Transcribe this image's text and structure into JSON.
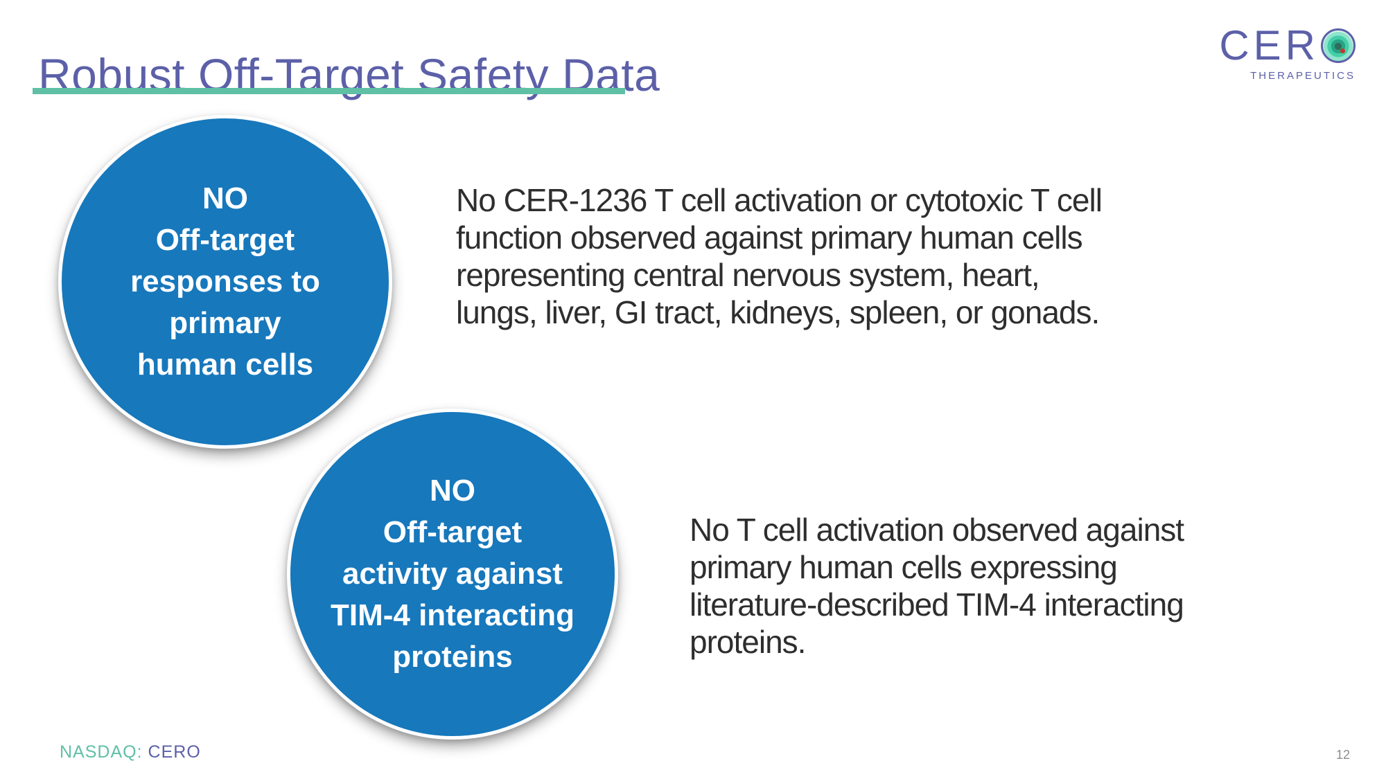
{
  "slide": {
    "title": "Robust Off-Target Safety Data",
    "logo": {
      "wordmark": "CER",
      "subtext": "THERAPEUTICS"
    },
    "items": [
      {
        "circle_text": "NO\nOff-target\nresponses to\nprimary\nhuman cells",
        "description": "No CER-1236 T cell activation or cytotoxic T cell\nfunction observed against primary human cells\nrepresenting central nervous system, heart,\nlungs, liver, GI tract, kidneys, spleen, or gonads."
      },
      {
        "circle_text": "NO\nOff-target\nactivity against\nTIM-4 interacting\nproteins",
        "description": "No T cell activation observed against\nprimary human cells expressing\nliterature-described TIM-4 interacting\nproteins."
      }
    ],
    "footer": {
      "exchange_label": "NASDAQ:",
      "ticker": "CERO"
    },
    "page_number": "12",
    "colors": {
      "accent_blue": "#1778bc",
      "accent_teal": "#5fc0a6",
      "brand_purple": "#5c60a8",
      "body_text": "#2e2e2e",
      "footnote_gray": "#8c8c8c",
      "logo_dot_red": "#c0392b"
    }
  }
}
